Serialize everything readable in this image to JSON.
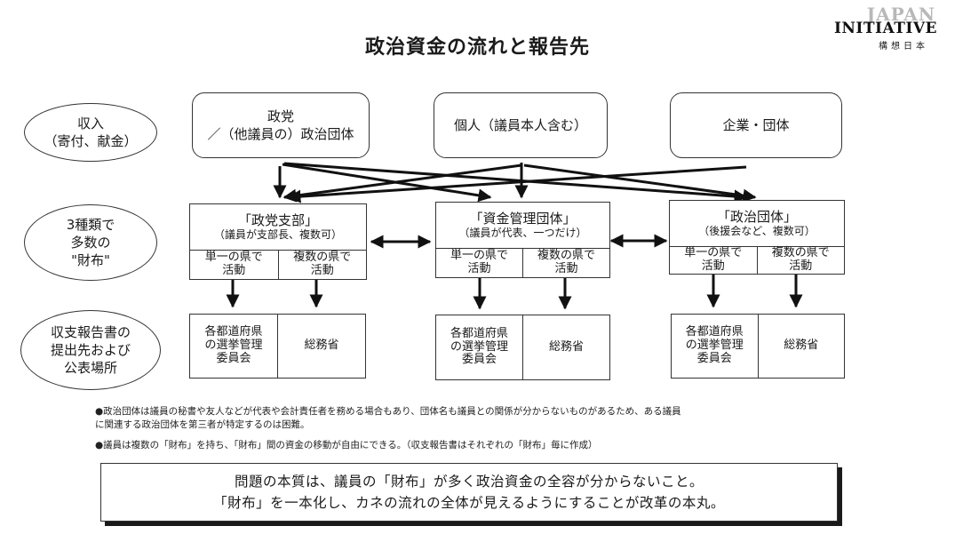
{
  "title": "政治資金の流れと報告先",
  "logo": {
    "top": "JAPAN",
    "main": "INITIATIVE",
    "sub": "構想日本"
  },
  "row_labels": {
    "income": "収入\n（寄付、献金）",
    "wallets": "3種類で\n多数の\n\"財布\"",
    "reports": "収支報告書の\n提出先および\n公表場所"
  },
  "sources": [
    {
      "label": "政党\n／（他議員の）政治団体"
    },
    {
      "label": "個人（議員本人含む）"
    },
    {
      "label": "企業・団体"
    }
  ],
  "wallets": [
    {
      "title": "「政党支部」",
      "subtitle": "（議員が支部長、複数可）",
      "left": "単一の県で\n活動",
      "right": "複数の県で\n活動"
    },
    {
      "title": "「資金管理団体」",
      "subtitle": "（議員が代表、一つだけ）",
      "left": "単一の県で\n活動",
      "right": "複数の県で\n活動"
    },
    {
      "title": "「政治団体」",
      "subtitle": "（後援会など、複数可）",
      "left": "単一の県で\n活動",
      "right": "複数の県で\n活動"
    }
  ],
  "reports": [
    {
      "left": "各都道府県\nの選挙管理\n委員会",
      "right": "総務省"
    },
    {
      "left": "各都道府県\nの選挙管理\n委員会",
      "right": "総務省"
    },
    {
      "left": "各都道府県\nの選挙管理\n委員会",
      "right": "総務省"
    }
  ],
  "notes": [
    "●政治団体は議員の秘書や友人などが代表や会計責任者を務める場合もあり、団体名も議員との関係が分からないものがあるため、ある議員",
    "に関連する政治団体を第三者が特定するのは困難。",
    "●議員は複数の「財布」を持ち、「財布」間の資金の移動が自由にできる。（収支報告書はそれぞれの「財布」毎に作成）"
  ],
  "summary": {
    "line1": "問題の本質は、議員の「財布」が多く政治資金の全容が分からないこと。",
    "line2": "「財布」を一本化し、カネの流れの全体が見えるようにすることが改革の本丸。"
  }
}
